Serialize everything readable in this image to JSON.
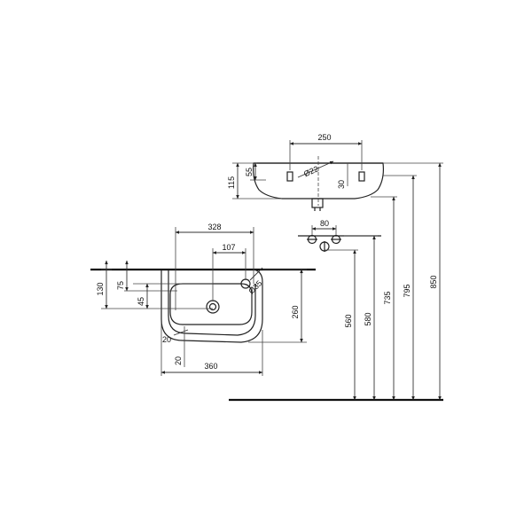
{
  "dimensions": {
    "top_width": "250",
    "top_height_55": "55",
    "top_height_115": "115",
    "top_hole_dia": "Ø22",
    "top_offset_30": "30",
    "waste_spacing": "80",
    "plan_width_328": "328",
    "plan_width_107": "107",
    "plan_hole_dia": "Ø35",
    "plan_depth_130": "130",
    "plan_depth_75": "75",
    "plan_depth_45": "45",
    "plan_depth_260": "260",
    "plan_offset_20a": "20",
    "plan_offset_20b": "20",
    "plan_width_360": "360",
    "height_560": "560",
    "height_580": "580",
    "height_735": "735",
    "height_795": "795",
    "height_850": "850"
  }
}
